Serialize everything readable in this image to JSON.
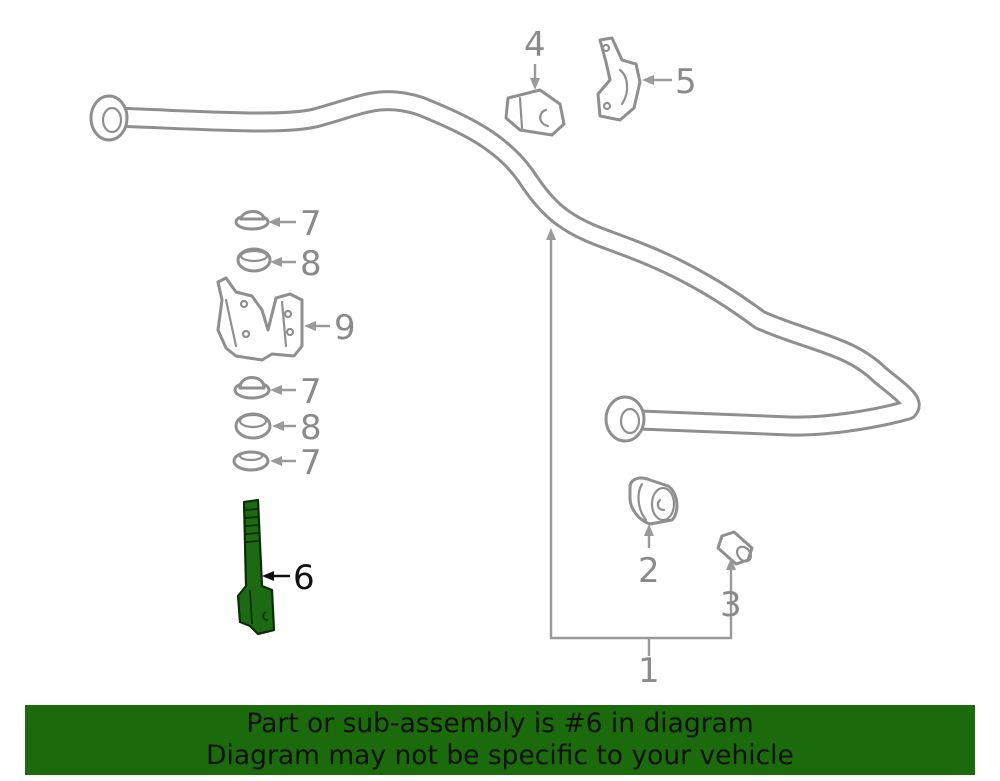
{
  "diagram": {
    "highlighted_part": "6",
    "highlight_color": "#1b6b0d",
    "callouts": {
      "c1": "1",
      "c2": "2",
      "c3": "3",
      "c4": "4",
      "c5": "5",
      "c6": "6",
      "c7a": "7",
      "c7b": "7",
      "c7c": "7",
      "c8a": "8",
      "c8b": "8",
      "c9": "9"
    }
  },
  "banner": {
    "line1": "Part or sub-assembly is #6 in diagram",
    "line2": "Diagram may not be specific to your vehicle",
    "background": "#1b6b0d"
  }
}
